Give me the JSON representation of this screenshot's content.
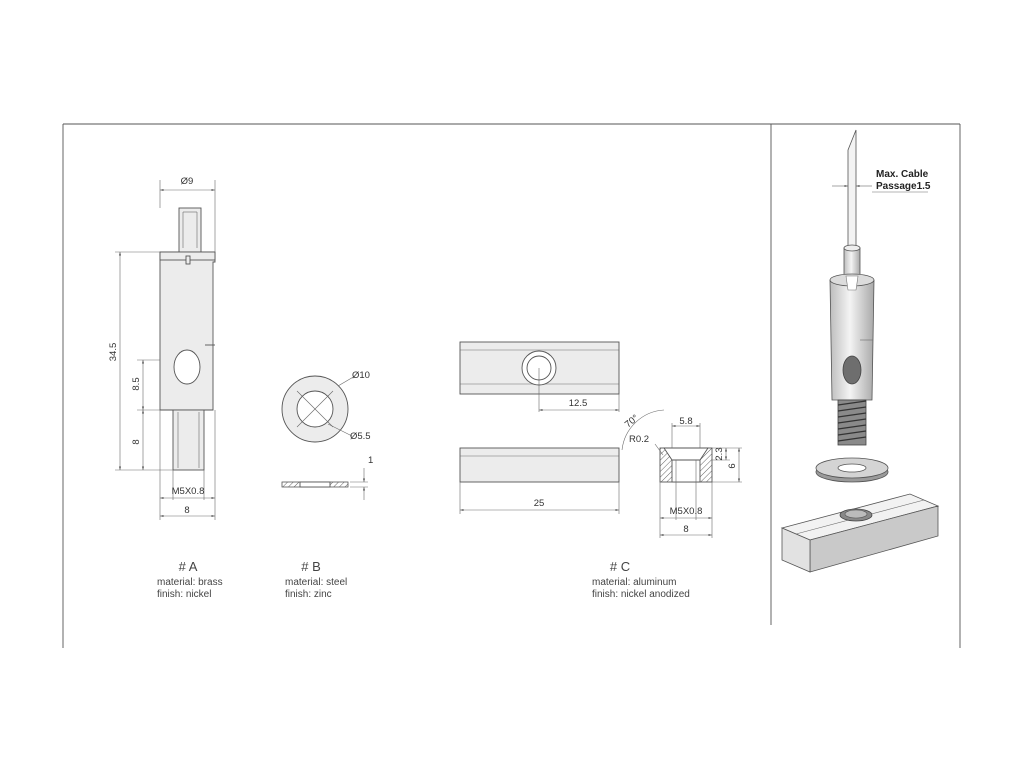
{
  "parts": {
    "a": {
      "label": "# A",
      "material": "material: brass",
      "finish": "finish: nickel",
      "dims": {
        "top_dia": "Ø9",
        "height": "34.5",
        "hole": "8.5",
        "thread_len": "8",
        "thread": "M5X0.8",
        "width": "8"
      }
    },
    "b": {
      "label": "# B",
      "material": "material: steel",
      "finish": "finish: zinc",
      "dims": {
        "outer": "Ø10",
        "inner": "Ø5.5",
        "thick": "1"
      }
    },
    "c": {
      "label": "# C",
      "material": "material: aluminum",
      "finish": "finish: nickel anodized",
      "dims": {
        "hole_pos": "12.5",
        "length": "25",
        "angle": "70°",
        "radius": "R0.2",
        "counter": "5.8",
        "depth": "2.3",
        "height": "6",
        "thread": "M5X0.8",
        "width": "8"
      }
    }
  },
  "assembly": {
    "note_line1": "Max. Cable",
    "note_line2": "Passage1.5"
  }
}
